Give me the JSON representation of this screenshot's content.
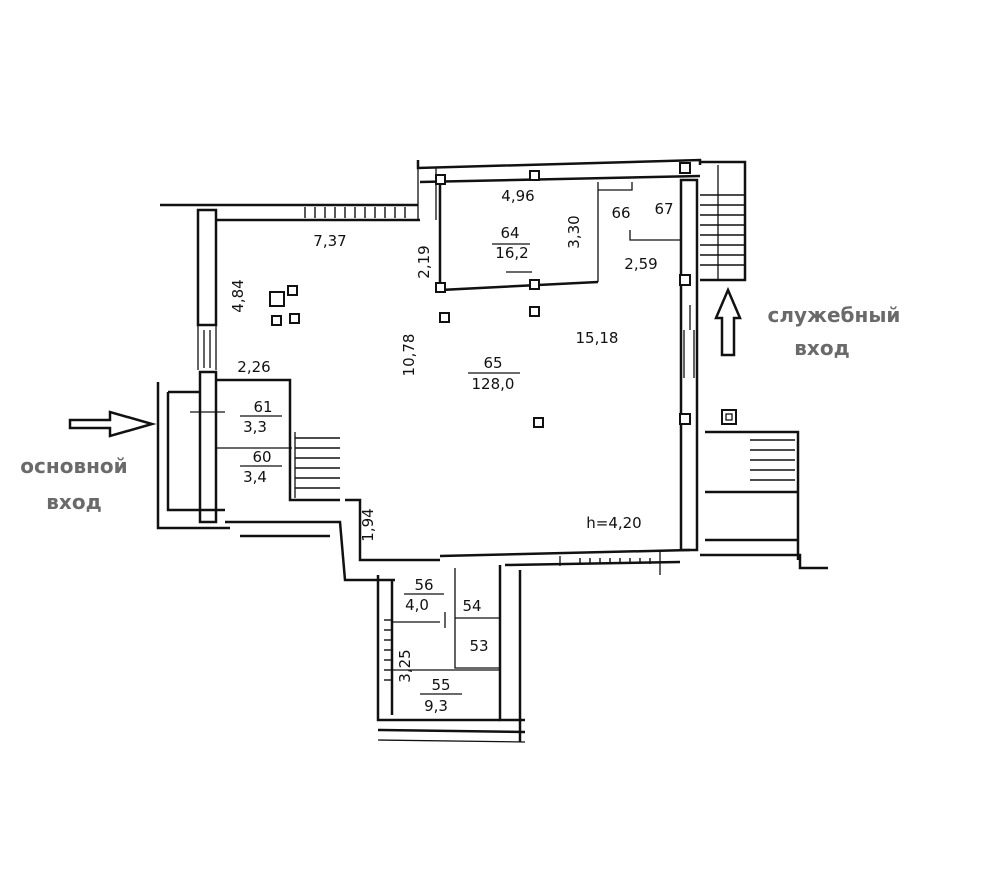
{
  "labels": {
    "main_entrance_line1": "основной",
    "main_entrance_line2": "вход",
    "service_entrance_line1": "служебный",
    "service_entrance_line2": "вход"
  },
  "rooms": [
    {
      "id": "64",
      "area": "16,2"
    },
    {
      "id": "65",
      "area": "128,0"
    },
    {
      "id": "61",
      "area": "3,3"
    },
    {
      "id": "60",
      "area": "3,4"
    },
    {
      "id": "56",
      "area": "4,0"
    },
    {
      "id": "55",
      "area": "9,3"
    },
    {
      "id": "54",
      "area": ""
    },
    {
      "id": "53",
      "area": ""
    },
    {
      "id": "66",
      "area": ""
    },
    {
      "id": "67",
      "area": ""
    }
  ],
  "dimensions": {
    "d_496": "4,96",
    "d_330": "3,30",
    "d_737": "7,37",
    "d_219": "2,19",
    "d_484": "4,84",
    "d_1078": "10,78",
    "d_1518": "15,18",
    "d_259": "2,59",
    "d_226": "2,26",
    "d_194": "1,94",
    "d_325": "3,25",
    "height": "h=4,20"
  }
}
